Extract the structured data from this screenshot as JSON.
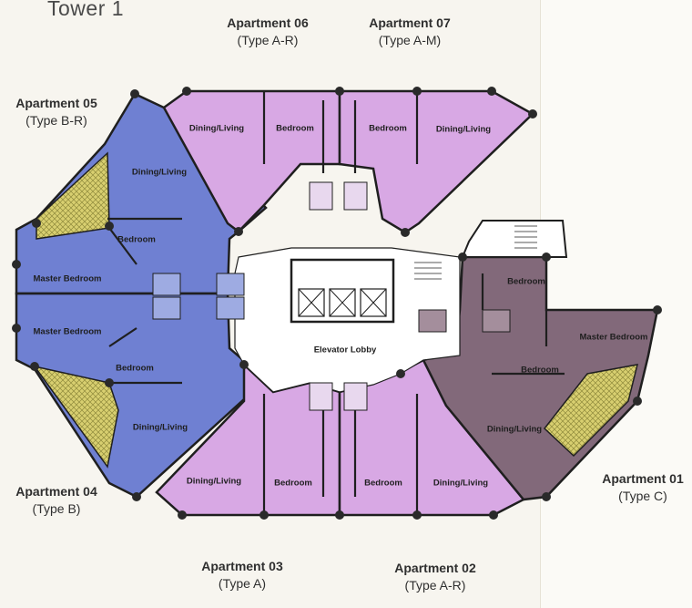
{
  "title": "Tower 1",
  "apartments": [
    {
      "key": "apt06",
      "name": "Apartment 06",
      "type": "(Type A-R)"
    },
    {
      "key": "apt07",
      "name": "Apartment 07",
      "type": "(Type A-M)"
    },
    {
      "key": "apt05",
      "name": "Apartment 05",
      "type": "(Type B-R)"
    },
    {
      "key": "apt04",
      "name": "Apartment 04",
      "type": "(Type B)"
    },
    {
      "key": "apt03",
      "name": "Apartment 03",
      "type": "(Type A)"
    },
    {
      "key": "apt02",
      "name": "Apartment 02",
      "type": "(Type A-R)"
    },
    {
      "key": "apt01",
      "name": "Apartment 01",
      "type": "(Type C)"
    }
  ],
  "rooms": {
    "dining_living": "Dining/Living",
    "bedroom": "Bedroom",
    "master_bedroom": "Master Bedroom",
    "elevator_lobby": "Elevator Lobby"
  },
  "colors": {
    "purple": "#d8a8e4",
    "blue": "#6f80d2",
    "mauve": "#82697a",
    "terrace": "#d8cf70",
    "wall": "#1f1f1f",
    "core": "#ffffff"
  }
}
